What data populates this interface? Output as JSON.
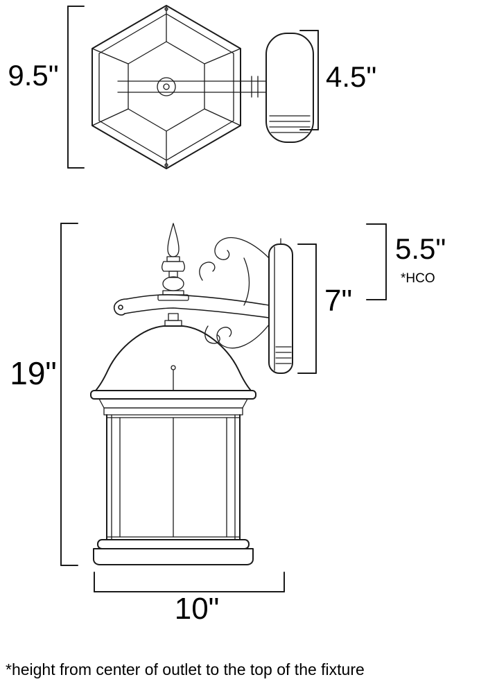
{
  "labels": {
    "top_height": "9.5\"",
    "backplate_top": "4.5\"",
    "overall_height": "19\"",
    "hco_height": "5.5\"",
    "hco_tag": "*HCO",
    "backplate_side": "7\"",
    "width": "10\"",
    "footnote": "*height from center of outlet to the top of the fixture"
  }
}
